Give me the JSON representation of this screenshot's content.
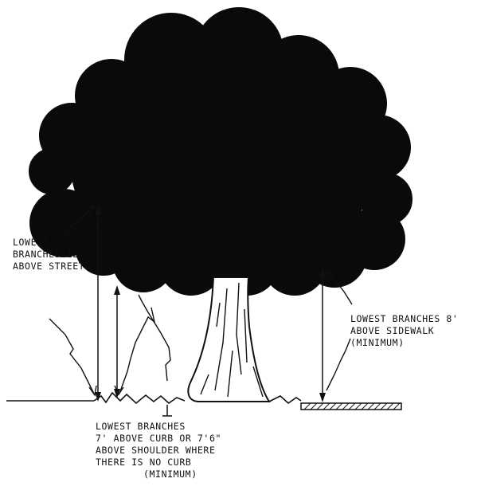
{
  "labels": {
    "street": [
      "LOWEST",
      "BRANCHES 12'",
      "ABOVE STREET"
    ],
    "sidewalk": [
      "LOWEST BRANCHES 8'",
      "ABOVE SIDEWALK",
      "(MINIMUM)"
    ],
    "curb": [
      "LOWEST BRANCHES",
      "7' ABOVE CURB OR 7'6\"",
      "ABOVE SHOULDER WHERE",
      "THERE IS NO CURB",
      "(MINIMUM)"
    ]
  }
}
